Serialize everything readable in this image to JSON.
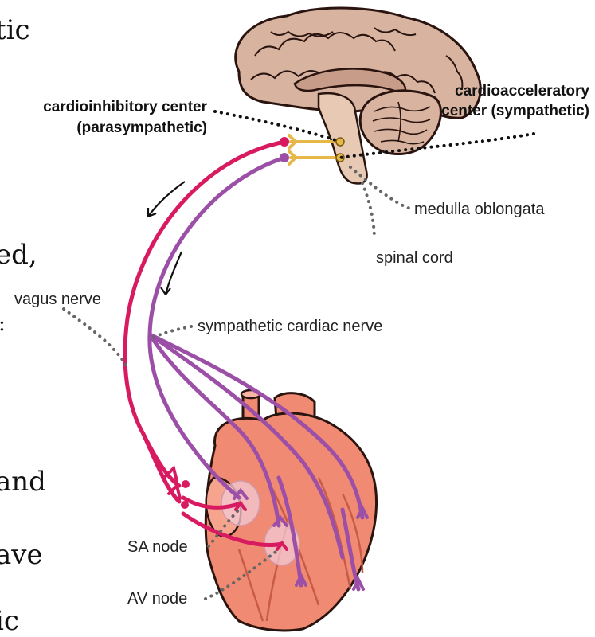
{
  "margin_fragments": [
    "tic",
    "ed,",
    ":",
    "and",
    "ave",
    "ic"
  ],
  "labels": {
    "cardioinhibitory": [
      "cardioinhibitory center",
      "(parasympathetic)"
    ],
    "cardioacceleratory": [
      "cardioacceleratory",
      "center (sympathetic)"
    ],
    "medulla": "medulla oblongata",
    "spinal_cord": "spinal cord",
    "vagus": "vagus nerve",
    "sympathetic_nerve": "sympathetic cardiac nerve",
    "sa_node": "SA node",
    "av_node": "AV node"
  },
  "colors": {
    "vagus": "#d81b60",
    "sympathetic": "#9c4fa6",
    "heart": "#f08a72",
    "heart_outline": "#2a1410",
    "brain": "#d8b4a0",
    "brainstem": "#e8c9b4",
    "nuclei": "#e6b84a",
    "node_halo": "#f3c9d6"
  }
}
